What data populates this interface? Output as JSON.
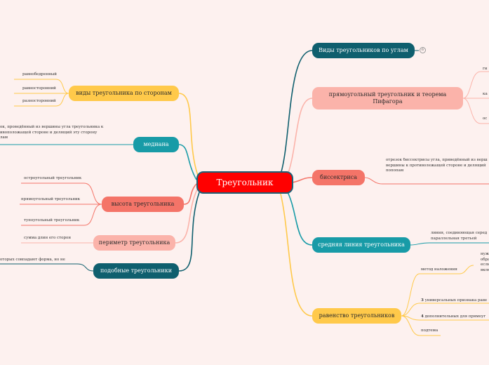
{
  "central": {
    "label": "Треугольник"
  },
  "nodes": {
    "angles": "Виды треугольников по углам",
    "right_pyth": "прямоугольный треугольник и теорема Пифагора",
    "bisector": "биссектриса",
    "midline": "средняя линия треугольника",
    "equality": "равенство треугольников",
    "sides": "виды треугольника по сторонам",
    "median": "медиана",
    "height": "высота треугольника",
    "perimeter": "периметр треугольника",
    "similar": "подобные треугольники"
  },
  "badges": {
    "angles_count": "6"
  },
  "leaves": {
    "sides": [
      "равнобедренный",
      "равносторонний",
      "разносторонний"
    ],
    "median_def": "ок, проведённый из вершины угла треугольника к\nивоположащей стороне и делящий эту сторону\nлам",
    "height": [
      "остроугольный треугольник",
      "прямоугольный треугольник",
      "тупоугольный треугольник"
    ],
    "perimeter_def": "сумма длин его сторон",
    "similar_def": "оторых совпадают форма, но не",
    "right_pyth": [
      "ги",
      "ка",
      "ос"
    ],
    "bisector_def": "отрезок биссектрисы угла, приведённый из верш\nвершины к противолежащей стороне и делящий\nпопопам",
    "midline_def": "линия, соединяющая серед\nпараллельная третьей",
    "equality": {
      "method": "метод наложения",
      "method_right": "нуж\nобра\nесли\nвклю",
      "three": "3",
      "three_text": " универсальных признака раве",
      "four": "4",
      "four_text": " дополнительных для прямоуг",
      "subtopic": "подтема"
    }
  },
  "colors": {
    "background": "#fdf1ef",
    "central": "#ff0000",
    "teal_dark": "#0f5f6e",
    "teal": "#189ba7",
    "yellow": "#ffc94a",
    "salmon": "#f47468",
    "pink": "#fbb3aa"
  }
}
